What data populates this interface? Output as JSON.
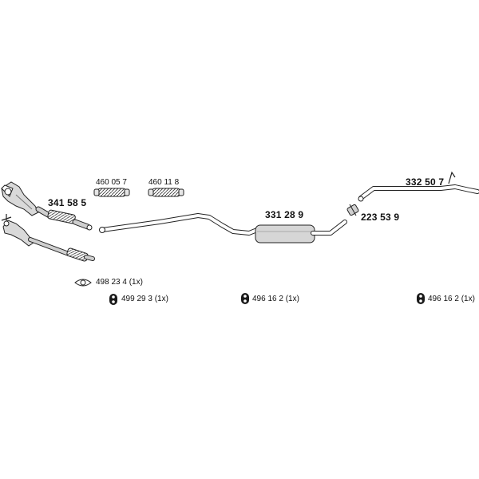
{
  "diagram": {
    "parts": [
      {
        "id": "catalytic-converter",
        "number": "341 58 5"
      },
      {
        "id": "flex-pipe-a",
        "number": "460 05 7"
      },
      {
        "id": "flex-pipe-b",
        "number": "460 11 8"
      },
      {
        "id": "middle-silencer",
        "number": "331 28 9"
      },
      {
        "id": "clamp",
        "number": "223 53 9"
      },
      {
        "id": "tail-pipe",
        "number": "332 50 7"
      }
    ],
    "accessories": [
      {
        "id": "gasket",
        "text": "498 23 4 (1x)",
        "icon": "gasket-ring-icon"
      },
      {
        "id": "hanger-1",
        "text": "499 29 3 (1x)",
        "icon": "rubber-hanger-icon"
      },
      {
        "id": "hanger-2",
        "text": "496 16 2 (1x)",
        "icon": "rubber-hanger-icon"
      },
      {
        "id": "hanger-3",
        "text": "496 16 2 (1x)",
        "icon": "rubber-hanger-icon"
      }
    ]
  }
}
